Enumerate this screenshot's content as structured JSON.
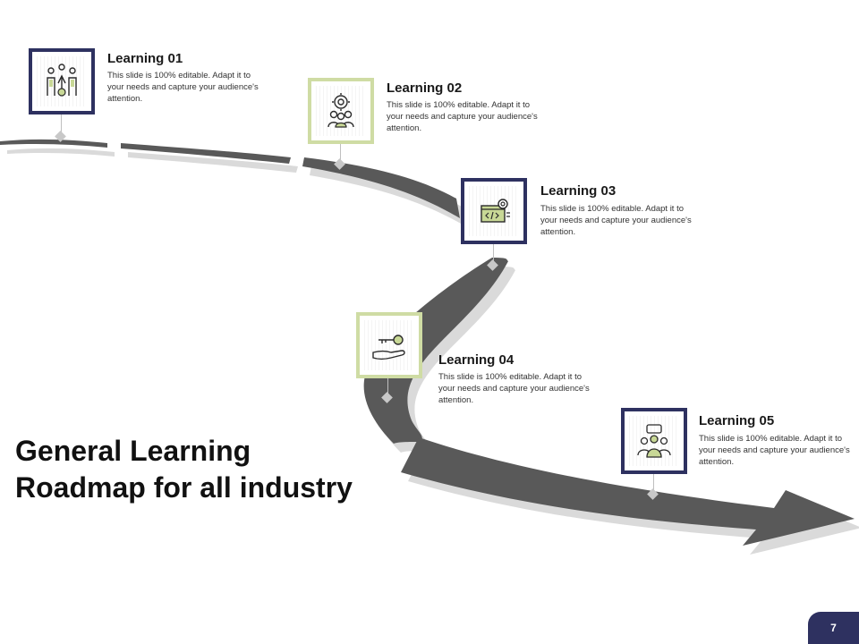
{
  "slide": {
    "title_line1": "General Learning",
    "title_line2": "Roadmap for all industry",
    "page_number": "7"
  },
  "colors": {
    "navy": "#2e3160",
    "light_green": "#cfdca4",
    "road_gray": "#595959",
    "road_shadow": "#d9d9d9"
  },
  "milestones": [
    {
      "title": "Learning 01",
      "description": "This slide is 100% editable. Adapt it to your needs and capture your audience's attention.",
      "icon": "team-building-icon",
      "frame": "navy"
    },
    {
      "title": "Learning 02",
      "description": "This slide is 100% editable. Adapt it to your needs and capture your audience's attention.",
      "icon": "person-gear-icon",
      "frame": "light_green"
    },
    {
      "title": "Learning 03",
      "description": "This slide is 100% editable. Adapt it to your needs and capture your audience's attention.",
      "icon": "coding-settings-icon",
      "frame": "navy"
    },
    {
      "title": "Learning 04",
      "description": "This slide is 100% editable. Adapt it to your needs and capture your audience's attention.",
      "icon": "key-in-hand-icon",
      "frame": "light_green"
    },
    {
      "title": "Learning 05",
      "description": "This slide is 100% editable. Adapt it to your needs and capture your audience's attention.",
      "icon": "group-discussion-icon",
      "frame": "navy"
    }
  ]
}
